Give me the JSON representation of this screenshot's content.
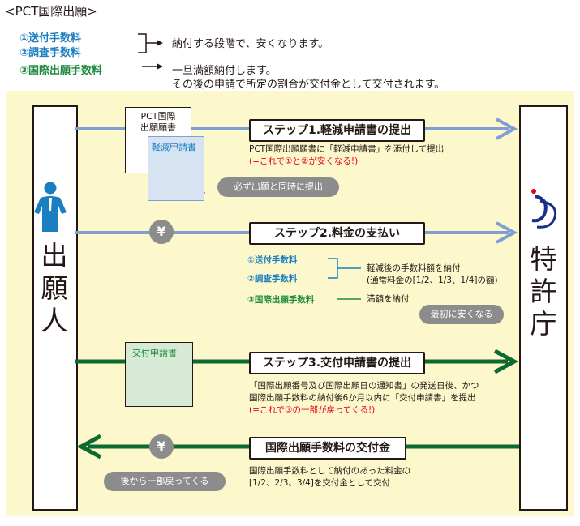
{
  "header": {
    "title": "<PCT国際出願>",
    "fees": [
      {
        "label": "①送付手数料",
        "color": "#1a7fc0"
      },
      {
        "label": "②調査手数料",
        "color": "#1a7fc0"
      },
      {
        "label": "③国際出願手数料",
        "color": "#1f8a3e"
      }
    ],
    "note_reduced": "納付する段階で、安くなります。",
    "note_full_1": "一旦満額納付します。",
    "note_full_2": "その後の申請で所定の割合が交付金として交付されます。"
  },
  "applicant": {
    "label": "出願人",
    "chars": [
      "出",
      "願",
      "人"
    ]
  },
  "office": {
    "label": "特許庁",
    "chars": [
      "特",
      "許",
      "庁"
    ]
  },
  "step1": {
    "title": "ステップ1.軽減申請書の提出",
    "doc_main_1": "PCT国際",
    "doc_main_2": "出願願書",
    "doc_attach": "軽減申請書",
    "bubble": "必ず出願と同時に提出",
    "desc_1": "PCT国際出願願書に「軽減申請書」を添付して提出",
    "desc_2": "(=これで①と②が安くなる!)"
  },
  "step2": {
    "title": "ステップ2.料金の支払い",
    "yen": "¥",
    "fee_1": "①送付手数料",
    "fee_2": "②調査手数料",
    "fee_3": "③国際出願手数料",
    "desc_reduced_1": "軽減後の手数料額を納付",
    "desc_reduced_2": "(通常料金の[1/2、1/3、1/4]の額)",
    "desc_full": "満額を納付",
    "bubble": "最初に安くなる"
  },
  "step3": {
    "title": "ステップ3.交付申請書の提出",
    "doc": "交付申請書",
    "desc_1": "「国際出願番号及び国際出願日の通知書」の発送日後、かつ",
    "desc_2": "国際出願手数料の納付後6か月以内に「交付申請書」を提出",
    "desc_3": "(=これで③の一部が戻ってくる!)"
  },
  "step4": {
    "title": "国際出願手数料の交付金",
    "yen": "¥",
    "bubble": "後から一部戻ってくる",
    "desc_1": "国際出願手数料として納付のあった料金の",
    "desc_2": "[1/2、2/3、3/4]を交付金として交付"
  },
  "colors": {
    "panel": "#fdf7cc",
    "blue_arrow": "#7f9fd3",
    "green_arrow": "#0d6b2f",
    "blue_text": "#1a7fc0",
    "green_text": "#1f8a3e",
    "red_text": "#e60012",
    "bubble": "#8c8c8c"
  }
}
